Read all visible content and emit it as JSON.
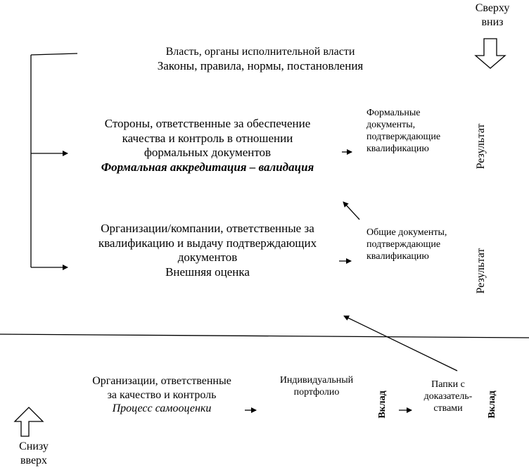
{
  "top_label": {
    "line1": "Сверху",
    "line2": "вниз"
  },
  "bottom_label": {
    "line1": "Снизу",
    "line2": "вверх"
  },
  "level_authority": {
    "line1": "Власть, органы исполнительной власти",
    "line2": "Законы, правила, нормы, постановления"
  },
  "level_qa": {
    "line1": "Стороны, ответственные за обеспечение",
    "line2": "качества и контроль в отношении",
    "line3": "формальных документов",
    "line4": "Формальная аккредитация – валидация"
  },
  "level_orgs": {
    "line1": "Организации/компании, ответственные за",
    "line2": "квалификацию и выдачу подтверждающих",
    "line3": "документов",
    "line4": "Внешняя оценка"
  },
  "formal_docs": {
    "line1": "Формальные",
    "line2": "документы,",
    "line3": "подтверждающие",
    "line4": "квалификацию"
  },
  "general_docs": {
    "line1": "Общие документы,",
    "line2": "подтверждающие",
    "line3": "квалификацию"
  },
  "result_label": "Результат",
  "self_eval": {
    "line1": "Организации, ответственные",
    "line2": "за качество и контроль",
    "line3": "Процесс самооценки"
  },
  "portfolio": {
    "line1": "Индивидуальный",
    "line2": "портфолио"
  },
  "contribution_label": "Вклад",
  "folders": {
    "line1": "Папки с",
    "line2": "доказатель-",
    "line3": "ствами"
  }
}
